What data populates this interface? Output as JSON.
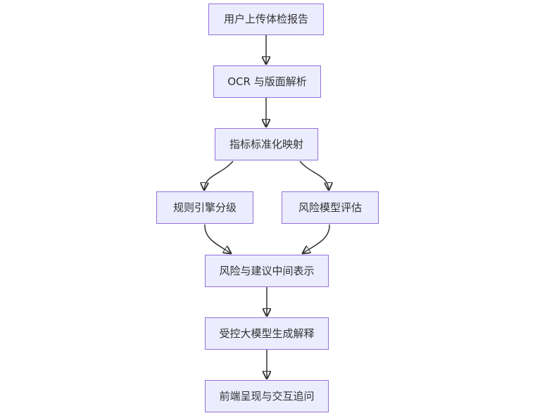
{
  "diagram": {
    "type": "flowchart",
    "direction": "top-down",
    "colors": {
      "background": "#FFFFFF",
      "node_fill": "#ECECFF",
      "node_border": "#9370DB",
      "edge_stroke": "#333333",
      "text": "#333333"
    },
    "nodes": [
      {
        "id": "upload",
        "label": "用户上传体检报告"
      },
      {
        "id": "ocr",
        "label": "OCR 与版面解析"
      },
      {
        "id": "normalize",
        "label": "指标标准化映射"
      },
      {
        "id": "rules",
        "label": "规则引擎分级"
      },
      {
        "id": "risk-model",
        "label": "风险模型评估"
      },
      {
        "id": "intermediate",
        "label": "风险与建议中间表示"
      },
      {
        "id": "llm",
        "label": "受控大模型生成解释"
      },
      {
        "id": "frontend",
        "label": "前端呈现与交互追问"
      }
    ],
    "edges": [
      {
        "from": "upload",
        "to": "ocr"
      },
      {
        "from": "ocr",
        "to": "normalize"
      },
      {
        "from": "normalize",
        "to": "rules"
      },
      {
        "from": "normalize",
        "to": "risk-model"
      },
      {
        "from": "rules",
        "to": "intermediate"
      },
      {
        "from": "risk-model",
        "to": "intermediate"
      },
      {
        "from": "intermediate",
        "to": "llm"
      },
      {
        "from": "llm",
        "to": "frontend"
      }
    ]
  }
}
